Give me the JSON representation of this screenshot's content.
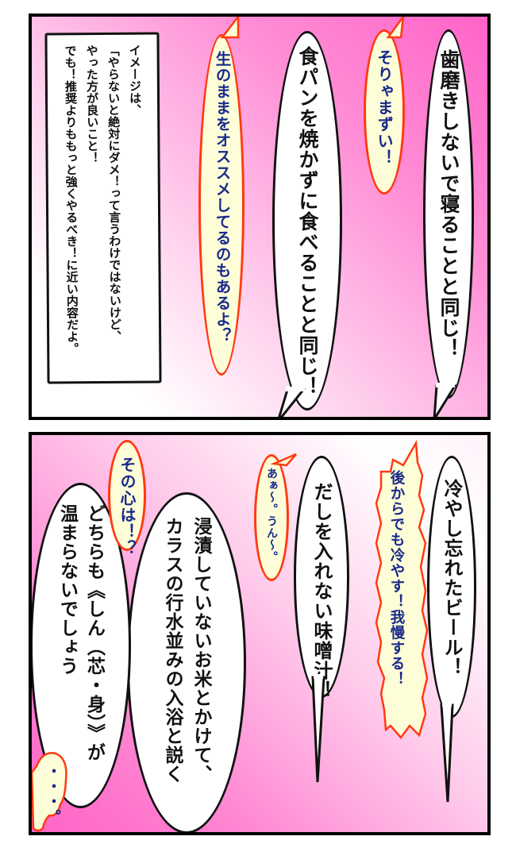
{
  "panel1": {
    "bubble_toothbrush": "歯磨きしないで寝ることと同じ！",
    "reply_thats_bad": "そりゃまずい！",
    "bubble_bread": "食パンを焼かずに食べることと同じ！",
    "reply_raw": "生のままをオススメしてるのもあるよ？",
    "caption_lines": [
      "イメージは、",
      "「やらないと絶対にダメ！って言うわけではないけど、",
      "やった方が良いこと！",
      "でも！推奨よりももっと強くやるべき！に近い内容だよ。"
    ]
  },
  "panel2": {
    "bubble_beer": "冷やし忘れたビール！",
    "reply_cool_later": "後からでも冷やす！我慢する！",
    "bubble_miso": "だしを入れない味噌汁！",
    "reply_aah": "あぁ〜。うん〜。",
    "bubble_rice_lines": [
      "浸漬していないお米とかけて、",
      "カラスの行水並みの入浴と説く"
    ],
    "reply_heart": "その心は！？",
    "bubble_answer_lines": [
      "どちらも《しん（芯・身）》が",
      "温まらないでしょう"
    ],
    "reply_silence": "・・・。"
  },
  "colors": {
    "bg_pink": "#ff63c8",
    "reply_fill": "#fdfdd8",
    "reply_outline": "#ff3a10",
    "reply_text": "#1a2a8a",
    "bubble_outline": "#111111"
  }
}
